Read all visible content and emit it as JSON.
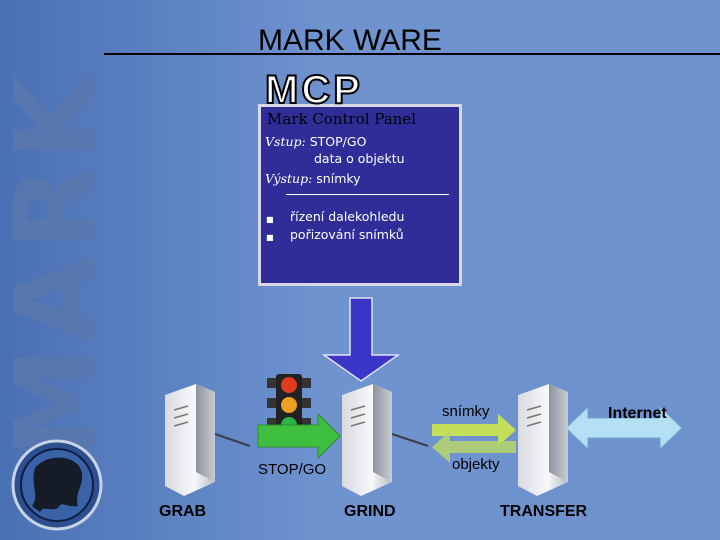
{
  "side_word": "MARK",
  "title": "MARK WARE",
  "logo_text": "MCP",
  "panel": {
    "title": "Mark Control Panel",
    "input_label": "Vstup:",
    "input_value_1": "STOP/GO",
    "input_value_2": "data o objektu",
    "output_label": "Výstup:",
    "output_value": "snímky",
    "bullets": [
      "řízení dalekohledu",
      "pořizování snímků"
    ]
  },
  "labels": {
    "stop_go": "STOP/GO",
    "snimky": "snímky",
    "objekty": "objekty",
    "internet": "Internet"
  },
  "servers": {
    "grab": "GRAB",
    "grind": "GRIND",
    "transfer": "TRANSFER"
  },
  "traffic_light": {
    "lit": [
      "red",
      "amber",
      "green"
    ]
  },
  "colors": {
    "panel": "#2f2e98",
    "arrow_down": "#3b36c7",
    "arrow_green": "#3fbf3f",
    "arrow_yellow": "#c4e05a",
    "arrow_internet": "#b5dff3"
  }
}
